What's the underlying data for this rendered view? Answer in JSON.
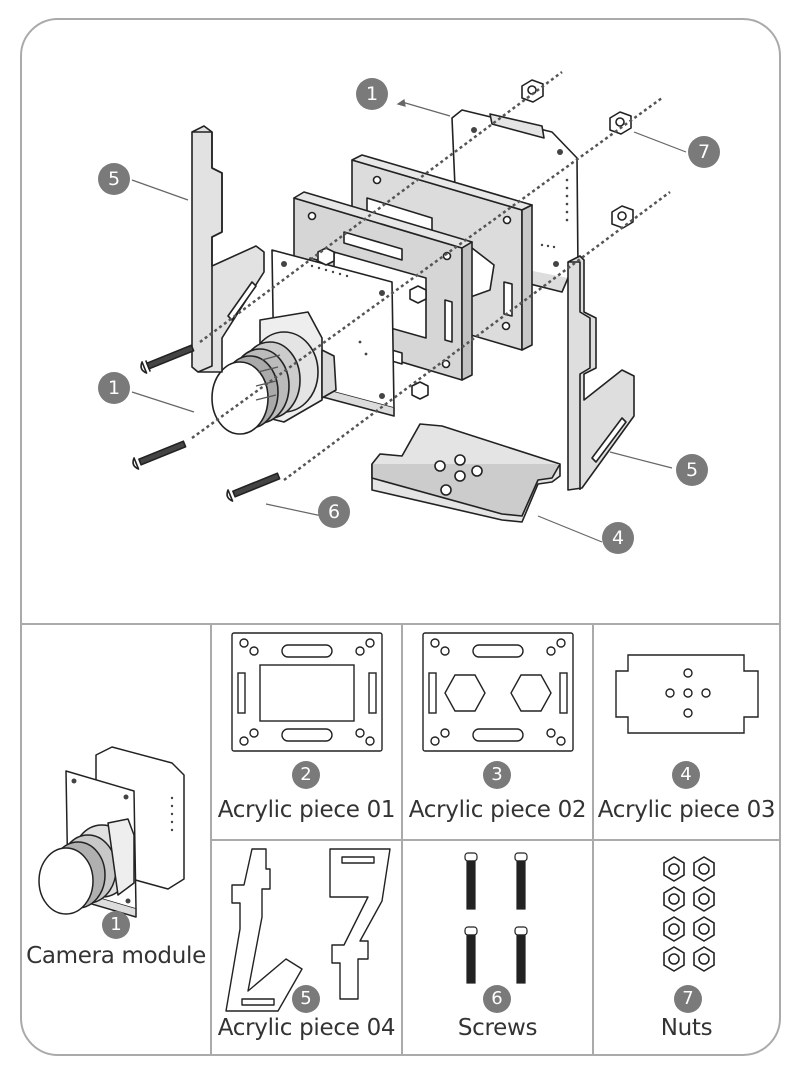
{
  "assembly_callouts": [
    "1",
    "7",
    "5",
    "1",
    "5",
    "6",
    "4"
  ],
  "parts": [
    {
      "number": "1",
      "label": "Camera module",
      "icon": "camera-module-icon"
    },
    {
      "number": "2",
      "label": "Acrylic piece 01",
      "icon": "acrylic-piece-01-icon"
    },
    {
      "number": "3",
      "label": "Acrylic piece 02",
      "icon": "acrylic-piece-02-icon"
    },
    {
      "number": "4",
      "label": "Acrylic piece 03",
      "icon": "acrylic-piece-03-icon"
    },
    {
      "number": "5",
      "label": "Acrylic piece 04",
      "icon": "acrylic-piece-04-icon"
    },
    {
      "number": "6",
      "label": "Screws",
      "icon": "screws-icon"
    },
    {
      "number": "7",
      "label": "Nuts",
      "icon": "nuts-icon"
    }
  ],
  "colors": {
    "frame": "#aaaaaa",
    "badge": "#7a7a7a",
    "line": "#333333"
  }
}
